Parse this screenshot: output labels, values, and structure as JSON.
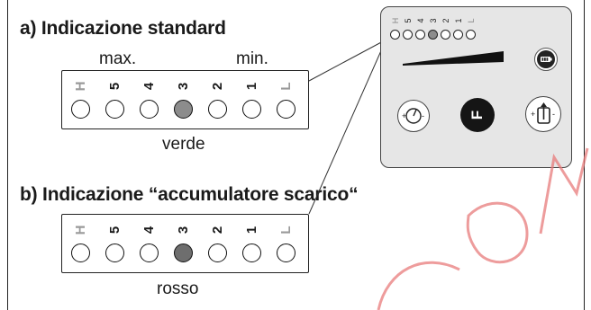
{
  "section_a": {
    "heading": "a)  Indicazione standard",
    "max_label": "max.",
    "min_label": "min.",
    "color_label": "verde",
    "segments": [
      "H",
      "5",
      "4",
      "3",
      "2",
      "1",
      "L"
    ],
    "active_index": 3
  },
  "section_b": {
    "heading": "b)  Indicazione “accumulatore scarico“",
    "color_label": "rosso",
    "segments": [
      "H",
      "5",
      "4",
      "3",
      "2",
      "1",
      "L"
    ],
    "active_index": 3
  },
  "device": {
    "segments": [
      "H",
      "5",
      "4",
      "3",
      "2",
      "1",
      "L"
    ],
    "active_index": 3,
    "center_button_label": "F",
    "icons": [
      "battery-icon",
      "speed-dial-icon",
      "function-button-icon",
      "lift-arm-icon"
    ]
  },
  "colors": {
    "green_led": "#8c8c8c",
    "red_led": "#6e6e6e",
    "device_panel": "#e6e6e6",
    "watermark": "#e87b7b"
  }
}
